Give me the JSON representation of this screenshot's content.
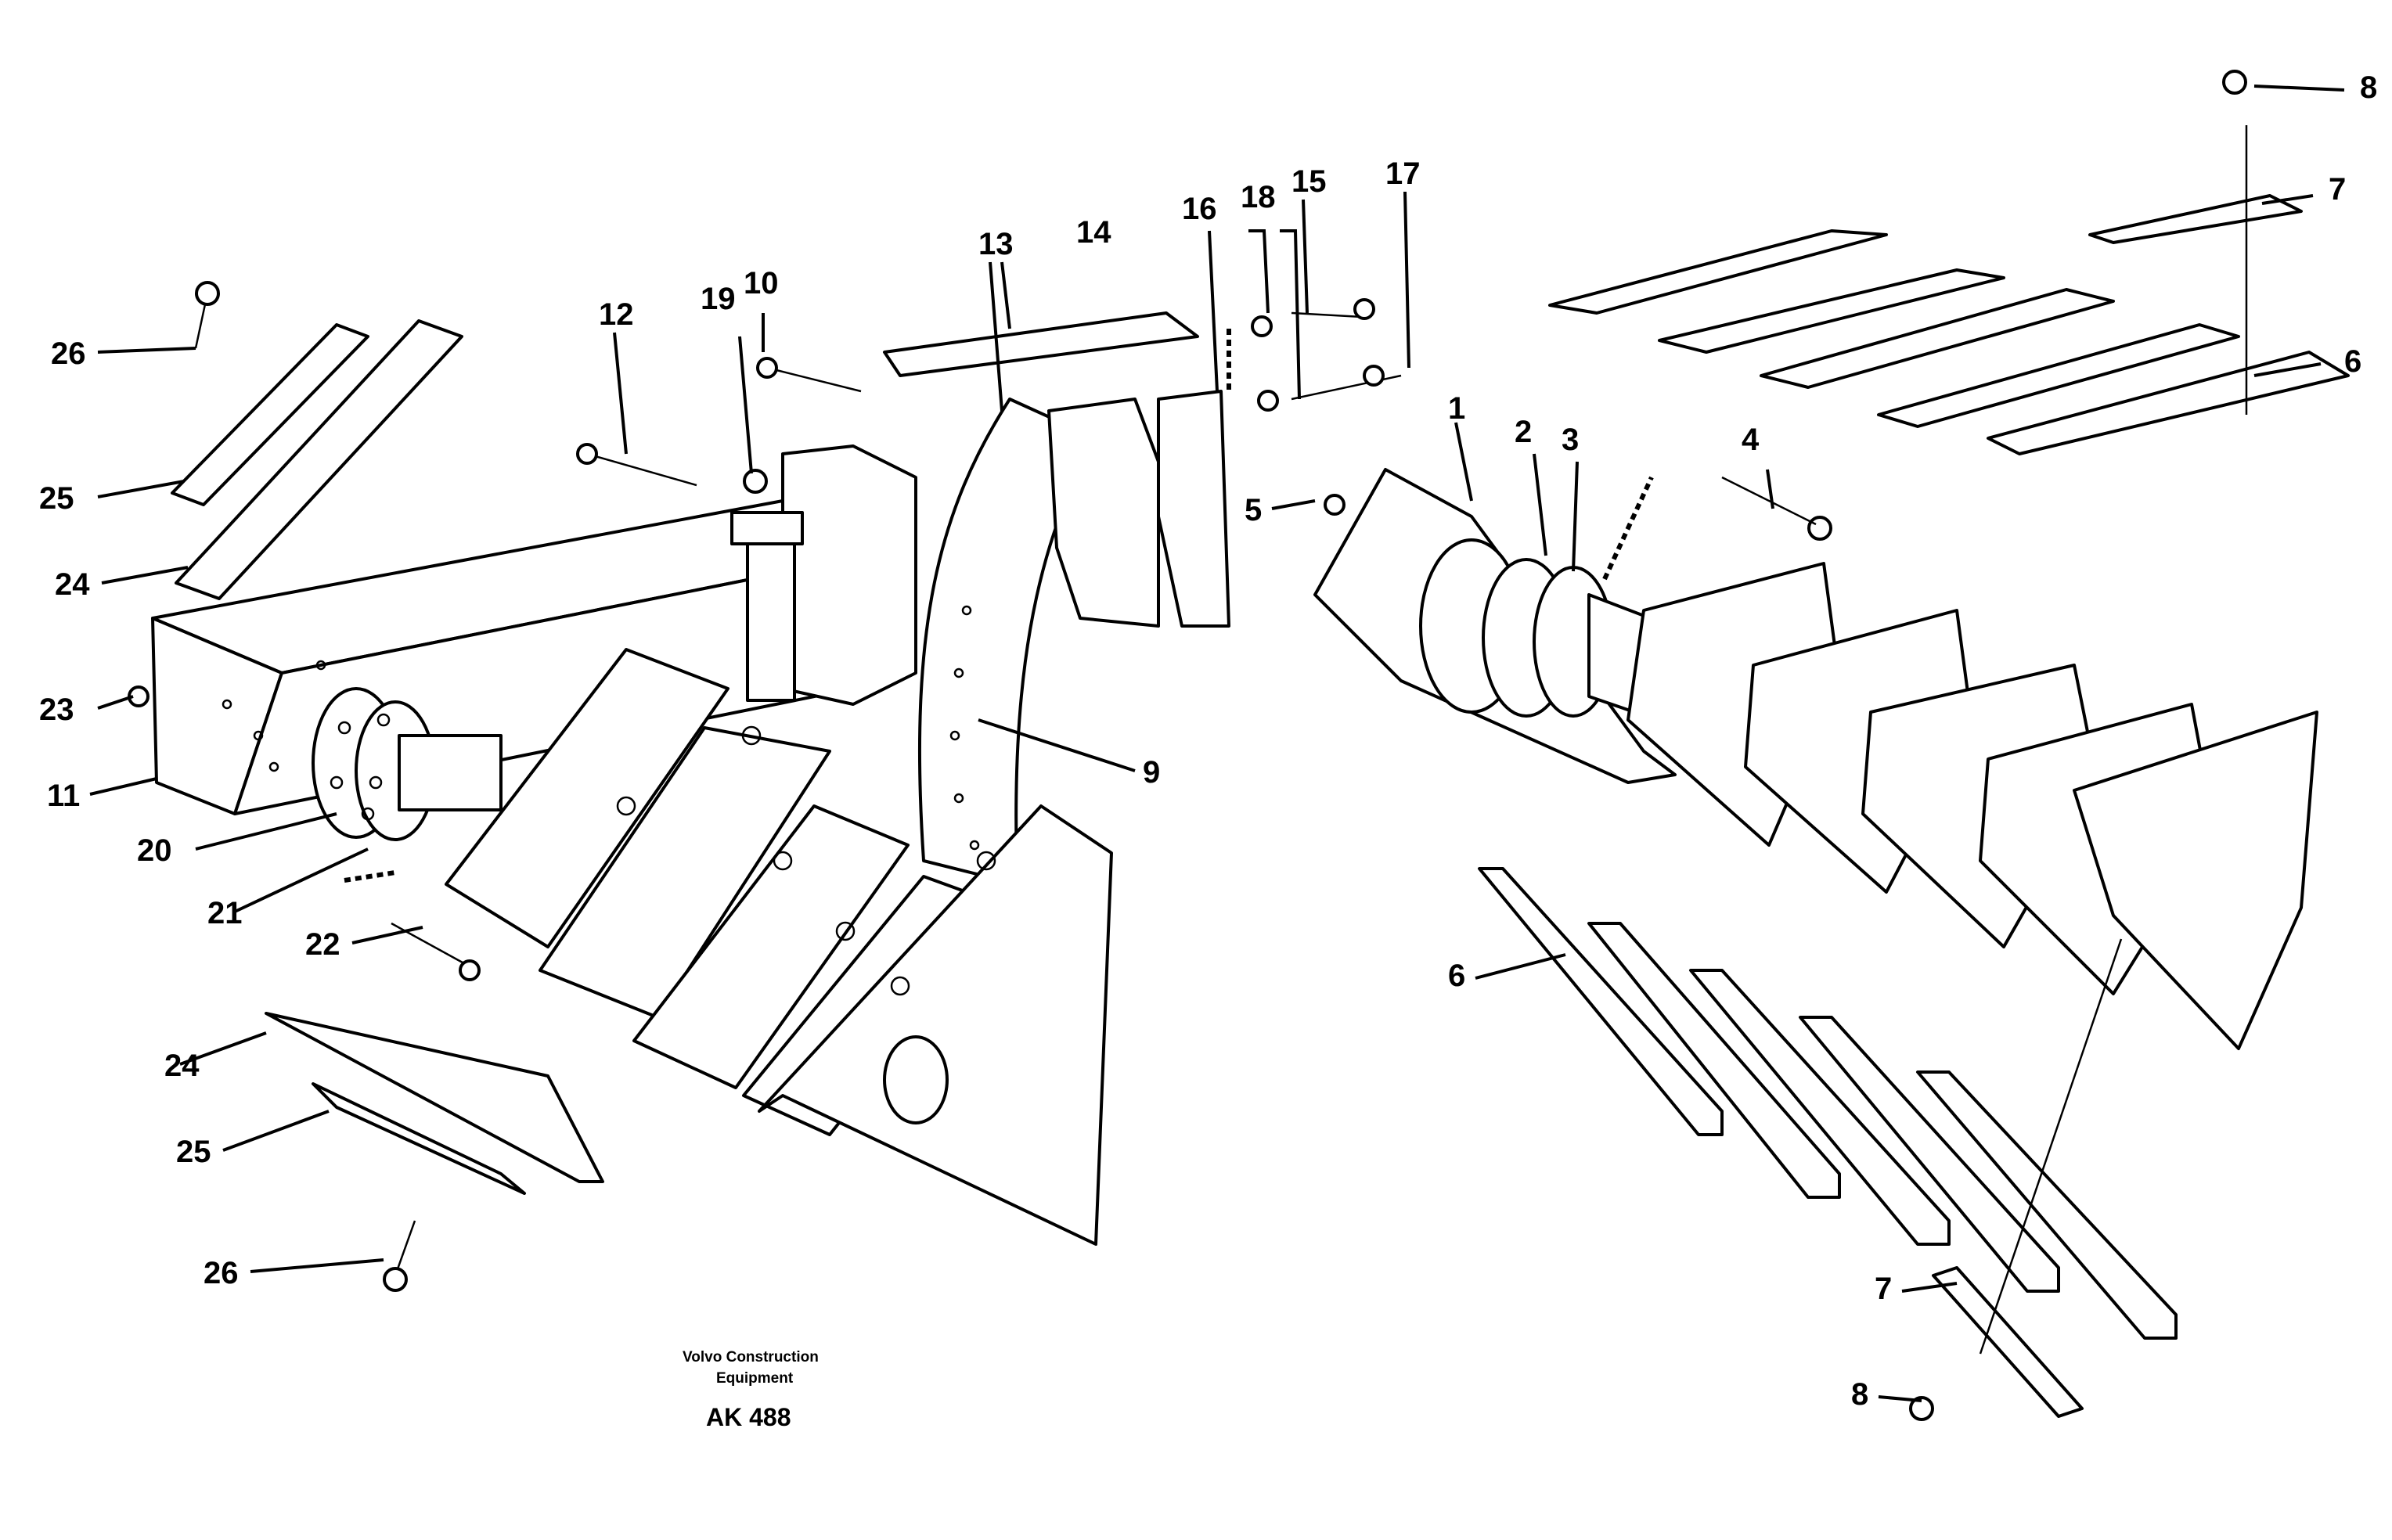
{
  "diagram": {
    "part_labels": [
      "1",
      "2",
      "3",
      "4",
      "5",
      "6",
      "7",
      "8",
      "9",
      "10",
      "11",
      "12",
      "13",
      "14",
      "15",
      "16",
      "17",
      "18",
      "19",
      "20",
      "21",
      "22",
      "23",
      "24",
      "25",
      "26"
    ],
    "caption": {
      "line1": "Volvo Construction",
      "line2": "Equipment",
      "code": "AK 488"
    }
  }
}
